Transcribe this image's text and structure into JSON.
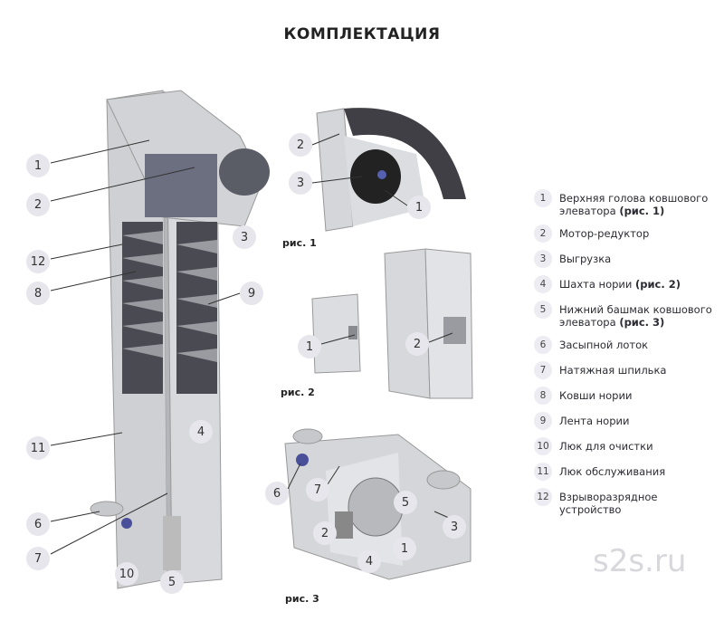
{
  "title": "КОМПЛЕКТАЦИЯ",
  "main_callouts": [
    "1",
    "2",
    "3",
    "12",
    "8",
    "9",
    "11",
    "4",
    "6",
    "7",
    "10",
    "5"
  ],
  "fig1": {
    "label": "рис. 1",
    "callouts": [
      "2",
      "3",
      "1"
    ]
  },
  "fig2": {
    "label": "рис. 2",
    "callouts": [
      "1",
      "2"
    ]
  },
  "fig3": {
    "label": "рис. 3",
    "callouts": [
      "6",
      "7",
      "5",
      "3",
      "2",
      "4",
      "1"
    ]
  },
  "legend": [
    {
      "n": "1",
      "text": "Верхняя голова ковшового элеватора",
      "ref": "(рис. 1)"
    },
    {
      "n": "2",
      "text": "Мотор-редуктор",
      "ref": ""
    },
    {
      "n": "3",
      "text": "Выгрузка",
      "ref": ""
    },
    {
      "n": "4",
      "text": "Шахта нории",
      "ref": "(рис. 2)"
    },
    {
      "n": "5",
      "text": "Нижний башмак ковшового элеватора",
      "ref": "(рис. 3)"
    },
    {
      "n": "6",
      "text": "Засыпной лоток",
      "ref": ""
    },
    {
      "n": "7",
      "text": "Натяжная шпилька",
      "ref": ""
    },
    {
      "n": "8",
      "text": "Ковши нории",
      "ref": ""
    },
    {
      "n": "9",
      "text": "Лента нории",
      "ref": ""
    },
    {
      "n": "10",
      "text": "Люк для очистки",
      "ref": ""
    },
    {
      "n": "11",
      "text": "Люк обслуживания",
      "ref": ""
    },
    {
      "n": "12",
      "text": "Взрыворазрядное устройство",
      "ref": ""
    }
  ],
  "watermark": "s2s.ru"
}
